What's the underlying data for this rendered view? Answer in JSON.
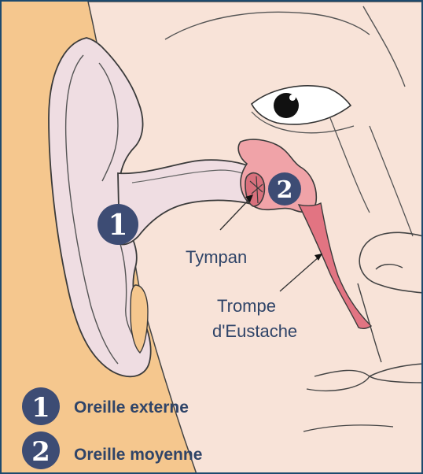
{
  "labels": {
    "tympan": "Tympan",
    "trompe_line1": "Trompe",
    "trompe_line2": "d'Eustache"
  },
  "markers": {
    "one": "1",
    "two": "2"
  },
  "legend": [
    {
      "number": "1",
      "text": "Oreille externe"
    },
    {
      "number": "2",
      "text": "Oreille moyenne"
    }
  ],
  "colors": {
    "frame": "#1d4a6e",
    "hair": "#f5c78e",
    "skin": "#f8e3d8",
    "ear": "#efdde2",
    "outline": "#3b3b3b",
    "middle_ear": "#f0a3a8",
    "tube": "#e27482",
    "marker": "#3d4c74",
    "label_text": "#2f4468"
  }
}
